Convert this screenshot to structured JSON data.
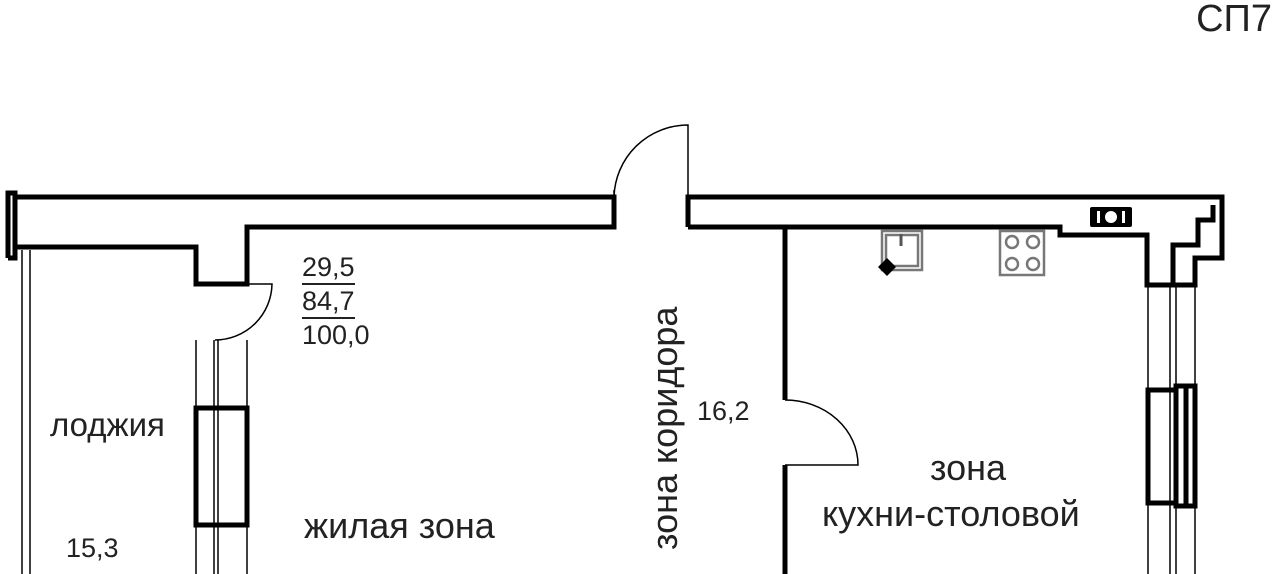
{
  "plan_code": "СП7",
  "areas": {
    "living": "29,5",
    "total": "84,7",
    "total_with_loggia": "100,0"
  },
  "rooms": {
    "loggia": {
      "label": "лоджия",
      "area": "15,3"
    },
    "living_zone": {
      "label": "жилая зона"
    },
    "corridor_zone": {
      "label": "зона коридора",
      "area": "16,2"
    },
    "kitchen_zone": {
      "label_line1": "зона",
      "label_line2": "кухни-столовой"
    }
  }
}
